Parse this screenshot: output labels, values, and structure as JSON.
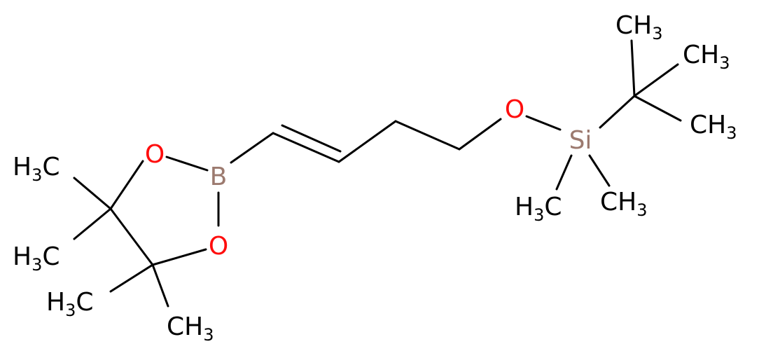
{
  "colors": {
    "bond": "#000000",
    "oxygen": "#ff0d0d",
    "boron": "#9c7a6f",
    "silicon": "#9c7a6f",
    "carbon_label": "#000000"
  },
  "atoms": {
    "o_ring_top": "O",
    "o_ring_bottom": "O",
    "boron": "B",
    "o_ether": "O",
    "silicon": "Si"
  },
  "methyls": {
    "m1": {
      "main": "H",
      "sub": "3",
      "tail": "C"
    },
    "m2": {
      "main": "H",
      "sub": "3",
      "tail": "C"
    },
    "m3": {
      "main": "H",
      "sub": "3",
      "tail": "C"
    },
    "m4": {
      "main": "CH",
      "sub": "3"
    },
    "tb_top": {
      "main": "CH",
      "sub": "3"
    },
    "tb_right_top": {
      "main": "CH",
      "sub": "3"
    },
    "tb_right": {
      "main": "CH",
      "sub": "3"
    },
    "si_me_left": {
      "main": "H",
      "sub": "3",
      "tail": "C"
    },
    "si_me_right": {
      "main": "CH",
      "sub": "3"
    }
  }
}
